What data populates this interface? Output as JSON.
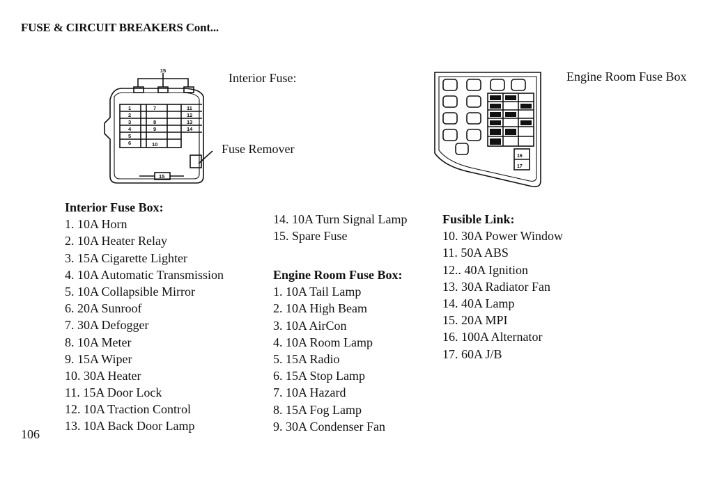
{
  "page": {
    "title": "FUSE & CIRCUIT BREAKERS Cont...",
    "page_number": "106"
  },
  "diagrams": {
    "interior": {
      "caption": "Interior Fuse:",
      "remover_label": "Fuse Remover",
      "slot_labels": [
        "1",
        "2",
        "3",
        "4",
        "5",
        "6",
        "7",
        "8",
        "9",
        "10",
        "11",
        "12",
        "13",
        "14",
        "15",
        "15"
      ]
    },
    "engine": {
      "caption": "Engine Room Fuse Box",
      "slot_labels": [
        "16",
        "17"
      ]
    }
  },
  "interior_list": {
    "heading": "Interior Fuse Box:",
    "items": [
      "1. 10A Horn",
      "2. 10A Heater Relay",
      "3. 15A  Cigarette Lighter",
      "4. 10A Automatic Transmission",
      "5.  10A Collapsible Mirror",
      "6.  20A Sunroof",
      "7.  30A Defogger",
      "8.  10A Meter",
      "9.  15A Wiper",
      "10. 30A Heater",
      "11. 15A Door Lock",
      "12. 10A Traction Control",
      "13. 10A Back Door Lamp"
    ]
  },
  "middle_list": {
    "items": [
      "14. 10A Turn Signal Lamp",
      "15. Spare Fuse"
    ]
  },
  "engine_list": {
    "heading": "Engine Room Fuse Box:",
    "items": [
      "1. 10A Tail Lamp",
      "2. 10A High Beam",
      "3. 10A AirCon",
      "4. 10A Room Lamp",
      "5. 15A Radio",
      "6. 15A Stop Lamp",
      "7. 10A Hazard",
      "8. 15A Fog Lamp",
      "9. 30A Condenser Fan"
    ]
  },
  "fusible_list": {
    "heading": "Fusible Link:",
    "items": [
      "10. 30A Power Window",
      "11. 50A ABS",
      "12.. 40A Ignition",
      "13.  30A Radiator Fan",
      "14. 40A Lamp",
      "15. 20A MPI",
      "16. 100A Alternator",
      "17. 60A J/B"
    ]
  }
}
